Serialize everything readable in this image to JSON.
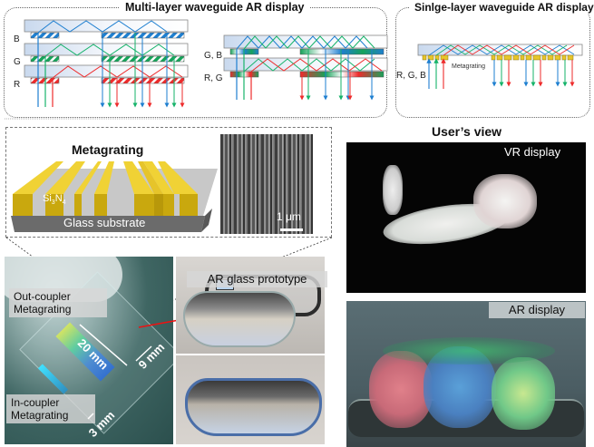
{
  "multi_layer": {
    "title": "Multi-layer waveguide AR display",
    "left_stack_labels": [
      "B",
      "G",
      "R"
    ],
    "right_stack_labels": [
      "G, B",
      "R, G"
    ]
  },
  "single_layer": {
    "title": "Sinlge-layer waveguide AR display",
    "input_label": "R, G, B",
    "grating_label": "Metagrating"
  },
  "metagrating_panel": {
    "title": "Metagrating",
    "material_label": "Si",
    "material_sub1": "3",
    "material_mid": "N",
    "material_sub2": "4",
    "substrate_label": "Glass substrate",
    "sem_scale_label": "1 μm"
  },
  "sample_photo": {
    "out_coupler_line1": "Out-coupler",
    "out_coupler_line2": "Metagrating",
    "in_coupler_line1": "In-coupler",
    "in_coupler_line2": "Metagrating",
    "dim_length": "20 mm",
    "dim_width": "9 mm",
    "dim_in": "3 mm"
  },
  "prototype_photo": {
    "label": "AR glass prototype"
  },
  "users_view": {
    "title": "User’s view",
    "vr_label": "VR display",
    "ar_label": "AR display"
  },
  "colors": {
    "blue_ray": "#1e7fd0",
    "green_ray": "#16b36a",
    "red_ray": "#ee2b2b",
    "grating_gold": "#d4b21a",
    "glass_substrate": "#6b6b6b"
  }
}
